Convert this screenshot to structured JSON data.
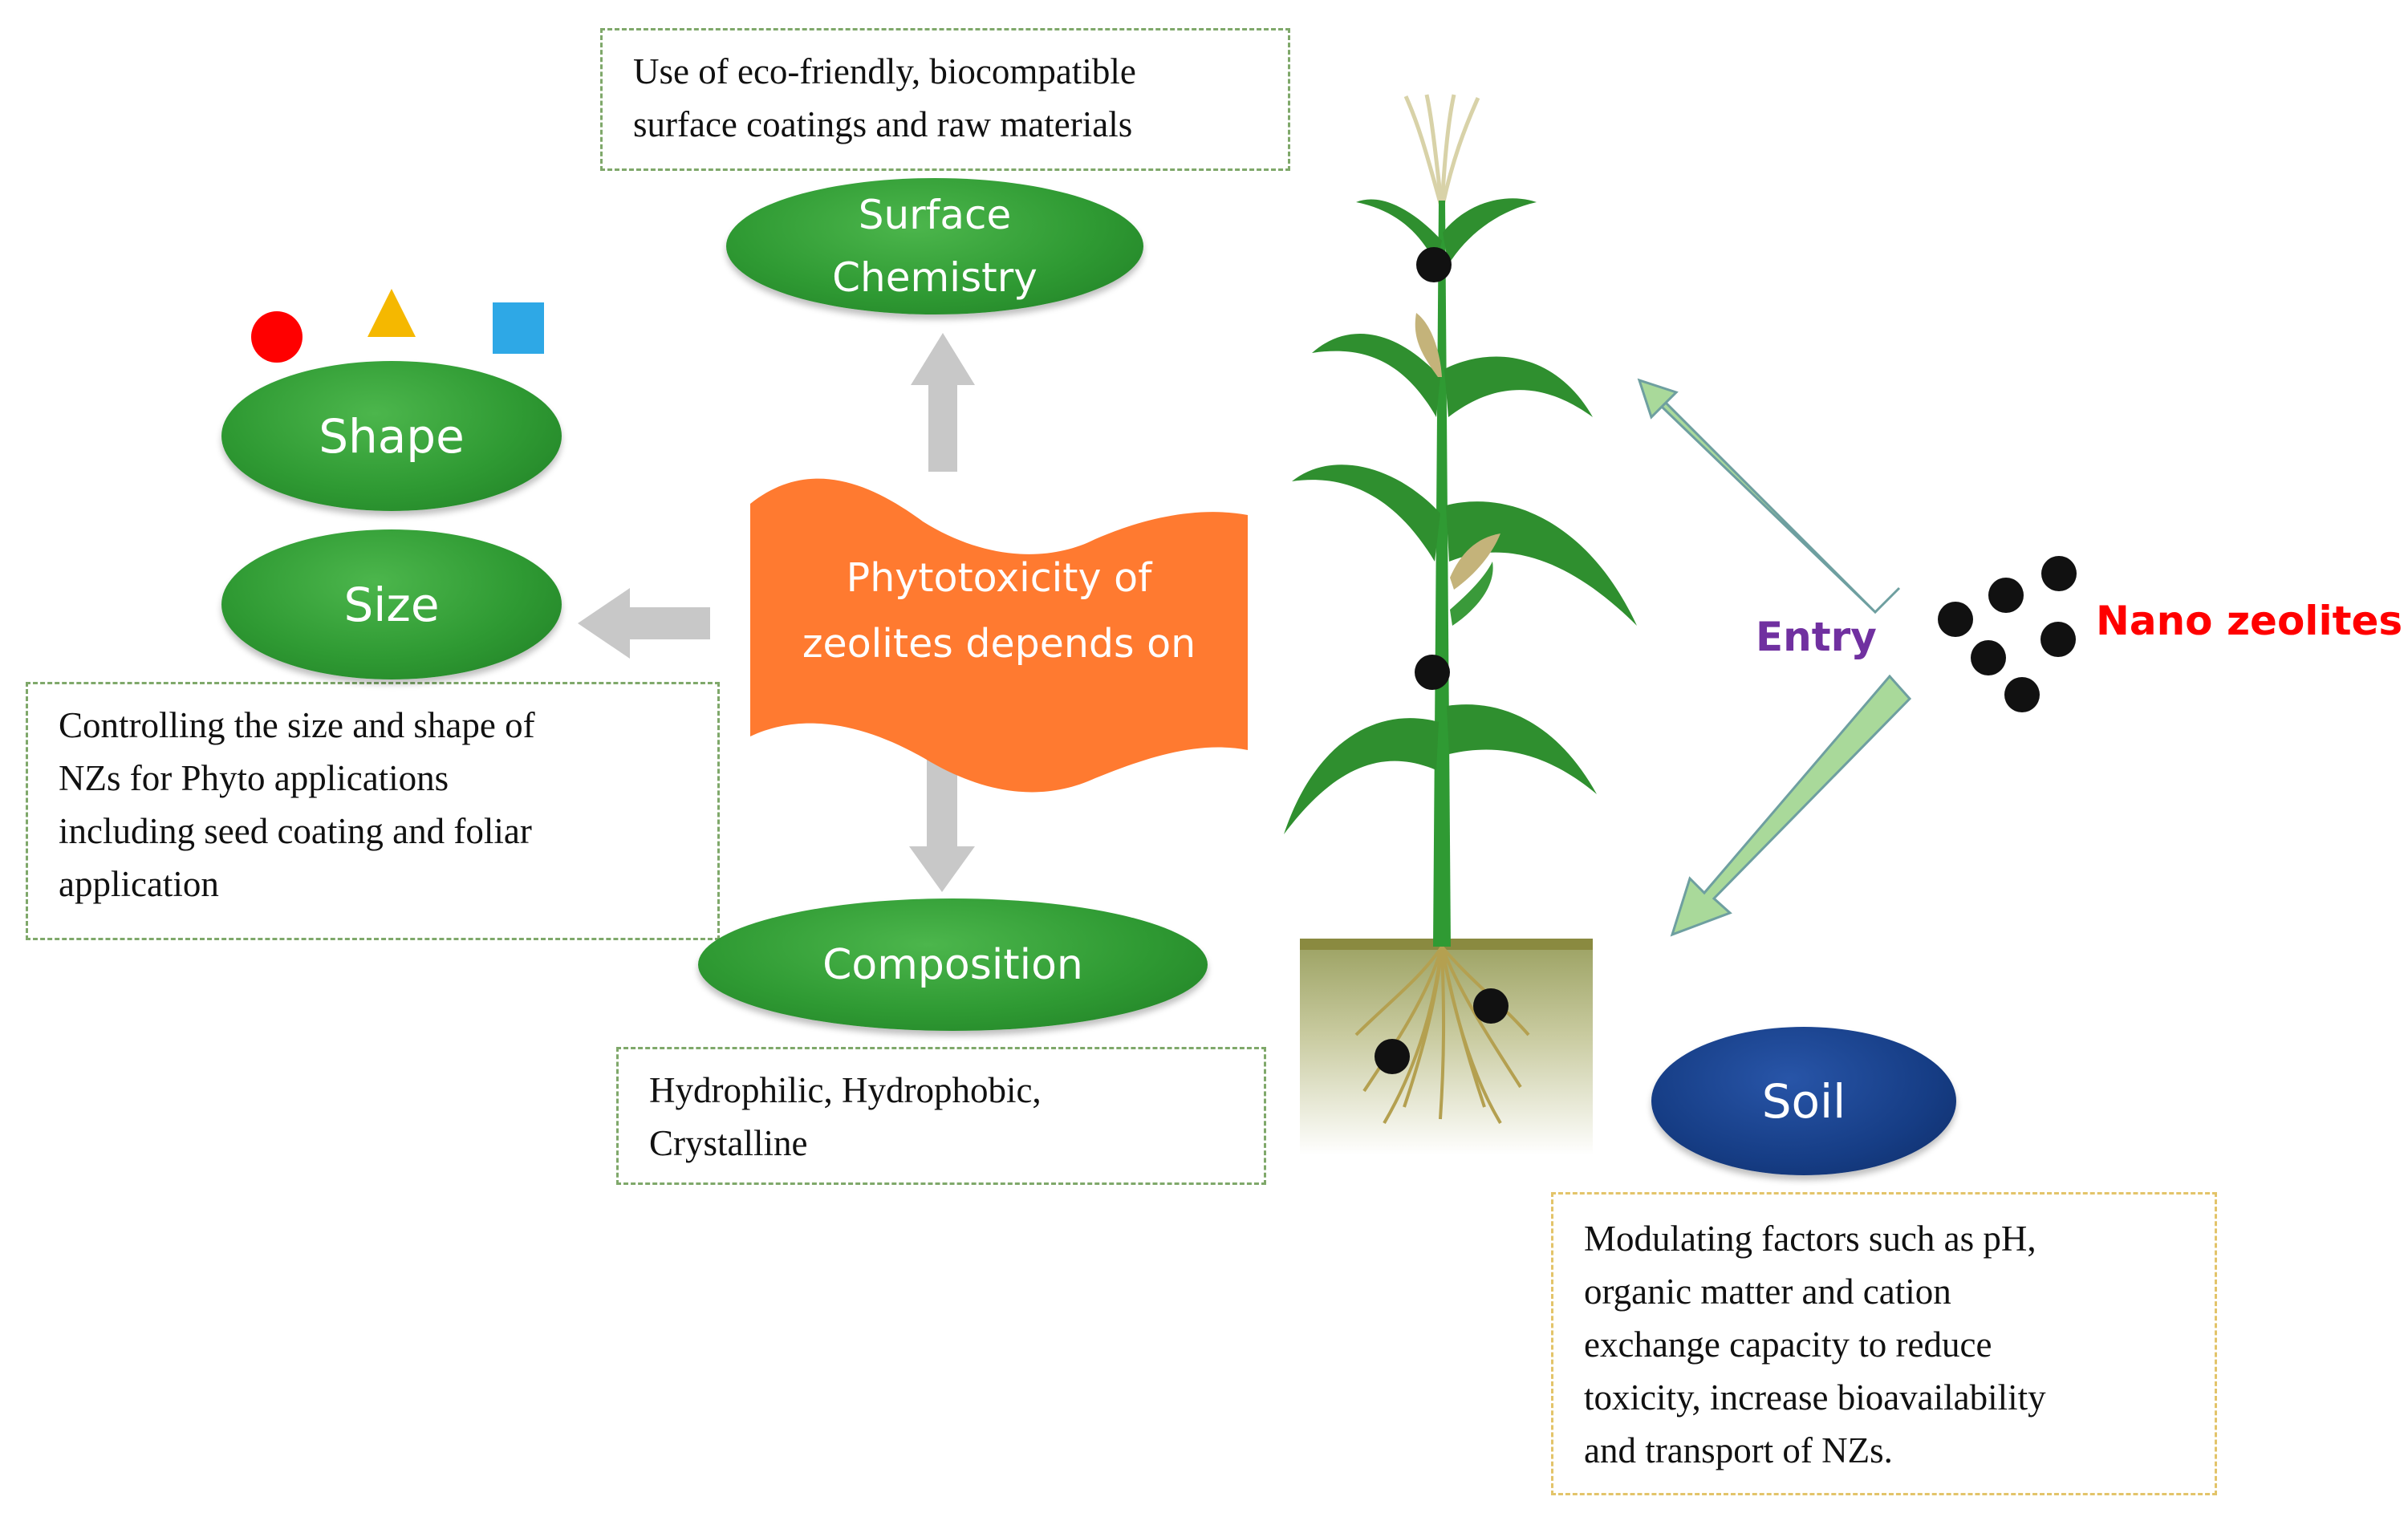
{
  "center": {
    "text": [
      "Phytotoxicity of",
      "zeolites depends on"
    ],
    "fill": "#ff7a30"
  },
  "ovals": {
    "surface": [
      "Surface",
      "Chemistry"
    ],
    "shape": "Shape",
    "size": "Size",
    "composition": "Composition",
    "soil": "Soil"
  },
  "notes": {
    "surface": [
      "Use of eco-friendly, biocompatible",
      "surface coatings and raw materials"
    ],
    "size_shape": [
      "Controlling the size and shape of",
      "NZs for Phyto applications",
      "including seed coating and foliar",
      "application"
    ],
    "composition": [
      "Hydrophilic, Hydrophobic,",
      "Crystalline"
    ],
    "soil": [
      "Modulating factors such as pH,",
      "organic matter and cation",
      "exchange capacity to reduce",
      "toxicity, increase bioavailability",
      "and transport of NZs."
    ]
  },
  "entry_label": "Entry",
  "nano_label": "Nano zeolites",
  "colors": {
    "green": "#2f9a33",
    "orange": "#ff7a30",
    "grey_arrow": "#c8c8c8",
    "light_green_arrow": "#a9d99a",
    "entry": "#7030a0",
    "nano": "#ff0000",
    "shape_circle": "#ff0000",
    "shape_triangle": "#f5b800",
    "shape_square": "#2ea8e6",
    "soil_blue": "#163d85"
  },
  "icons": [
    "red-circle-icon",
    "yellow-triangle-icon",
    "blue-square-icon",
    "corn-plant-icon",
    "nanoparticle-icon",
    "arrow-icon"
  ]
}
